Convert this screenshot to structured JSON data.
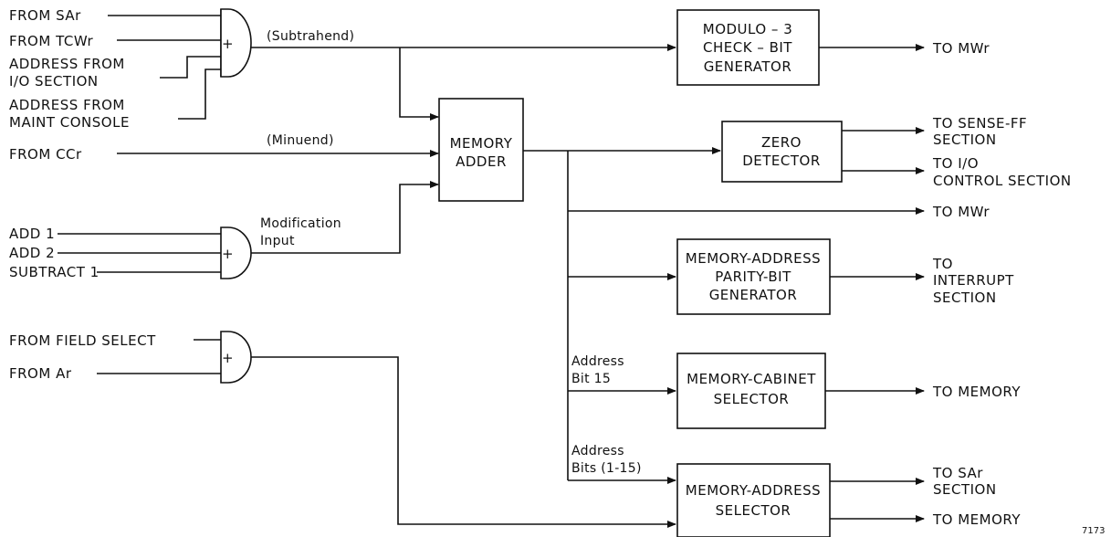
{
  "inputs": {
    "from_sar": "FROM SAr",
    "from_tcwr": "FROM TCWr",
    "address_from": "ADDRESS FROM",
    "io_section": "I/O SECTION",
    "address_from_2": "ADDRESS FROM",
    "maint_console": "MAINT CONSOLE",
    "from_ccr": "FROM CCr",
    "add1": "ADD 1",
    "add2": "ADD 2",
    "subtract1": "SUBTRACT 1",
    "from_field_select": "FROM FIELD SELECT",
    "from_ar": "FROM Ar"
  },
  "annotations": {
    "subtrahend": "(Subtrahend)",
    "minuend": "(Minuend)",
    "modification_1": "Modification",
    "modification_2": "Input",
    "addr_bit15_1": "Address",
    "addr_bit15_2": "Bit  15",
    "addr_bits_1": "Address",
    "addr_bits_2": "Bits (1-15)",
    "figure_number": "7173"
  },
  "gates": {
    "or_symbol": "+"
  },
  "blocks": {
    "modulo3": [
      "MODULO – 3",
      "CHECK – BIT",
      "GENERATOR"
    ],
    "memory_adder": [
      "MEMORY",
      "ADDER"
    ],
    "zero_detector": [
      "ZERO",
      "DETECTOR"
    ],
    "parity_gen": [
      "MEMORY-ADDRESS",
      "PARITY-BIT",
      "GENERATOR"
    ],
    "cabinet_selector": [
      "MEMORY-CABINET",
      "SELECTOR"
    ],
    "address_selector": [
      "MEMORY-ADDRESS",
      "SELECTOR"
    ]
  },
  "outputs": {
    "to_mwr_1": "TO  MWr",
    "to_sense_ff_1": "TO  SENSE-FF",
    "to_sense_ff_2": "SECTION",
    "to_io_1": "TO  I/O",
    "to_io_2": "CONTROL  SECTION",
    "to_mwr_2": "TO  MWr",
    "to_interrupt_1": "TO",
    "to_interrupt_2": "INTERRUPT",
    "to_interrupt_3": "SECTION",
    "to_memory_1": "TO  MEMORY",
    "to_sar_1": "TO  SAr",
    "to_sar_2": "SECTION",
    "to_memory_2": "TO  MEMORY"
  }
}
